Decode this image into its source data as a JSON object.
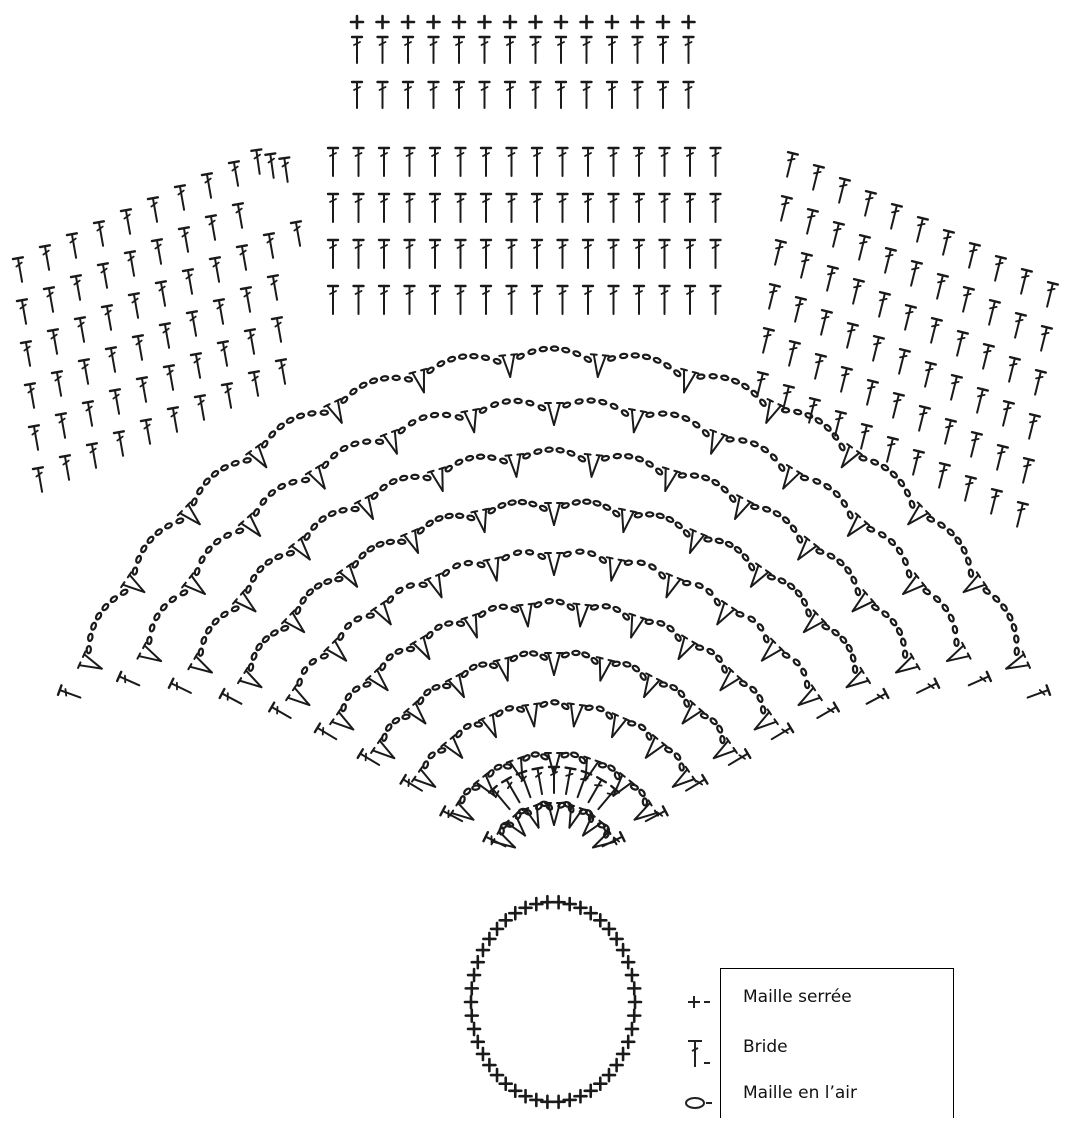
{
  "diagram": {
    "symbols": {
      "single_crochet": "plus-symbol",
      "double_crochet": "t-stitch-symbol",
      "chain": "oval-symbol"
    },
    "ink_color": "#1a1a1a",
    "background_color": "#ffffff"
  },
  "legend": {
    "items": [
      {
        "symbol": "plus-symbol",
        "label": "Maille serrée"
      },
      {
        "symbol": "t-stitch-symbol",
        "label": "Bride"
      },
      {
        "symbol": "oval-symbol",
        "label": "Maille en l’air"
      }
    ]
  }
}
